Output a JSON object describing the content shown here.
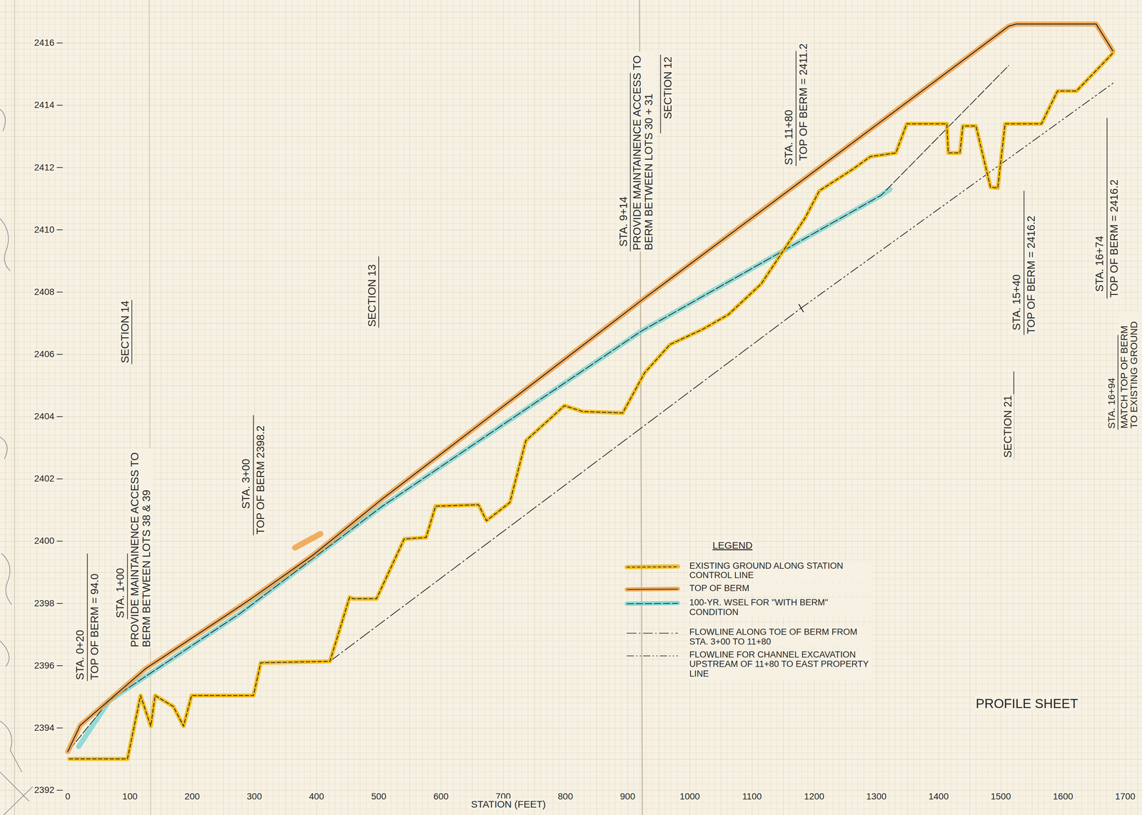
{
  "diagram": {
    "title": "PROFILE SHEET",
    "labels": [
      "2392",
      "2394",
      "2396",
      "2398",
      "2400",
      "2402",
      "2404",
      "2406",
      "2408",
      "2410",
      "2412",
      "2414",
      "2416",
      "0",
      "100",
      "200",
      "300",
      "400",
      "500",
      "600",
      "700",
      "800",
      "900",
      "1000",
      "1100",
      "1200",
      "1300",
      "1400",
      "1500",
      "1600",
      "1700",
      "STATION (FEET)",
      "STA. 0+20",
      "TOP OF BERM = 94.0",
      "SECTION 14",
      "STA. 1+00",
      "PROVIDE MAINTAINENCE ACCESS TO BERM BETWEEN LOTS 38 & 39",
      "STA. 3+00",
      "TOP OF BERM 2398.2",
      "SECTION 13",
      "STA. 9+14",
      "PROVIDE MAINTAINENCE ACCESS TO BERM BETWEEN LOTS 30 + 31",
      "SECTION 12",
      "STA. 11+80",
      "TOP OF BERM = 2411.2",
      "STA. 15+40",
      "TOP OF BERM = 2416.2",
      "SECTION 21",
      "STA. 16+74",
      "TOP OF BERM = 2416.2",
      "STA. 16+94",
      "MATCH TOP OF BERM TO EXISTING GROUND",
      "LEGEND"
    ],
    "legend": [
      {
        "text": "EXISTING GROUND ALONG STATION CONTROL LINE",
        "color": "#f2b705"
      },
      {
        "text": "TOP OF BERM",
        "color": "#f0a24a"
      },
      {
        "text": "100-YR. WSEL FOR \"WITH BERM\" CONDITION",
        "color": "#7ad6d3"
      },
      {
        "text": "FLOWLINE ALONG TOE OF BERM FROM STA. 3+00 TO 11+80"
      },
      {
        "text": "FLOWLINE FOR CHANNEL EXCAVATION UPSTREAM OF 11+80 TO EAST PROPERTY LINE"
      }
    ]
  }
}
